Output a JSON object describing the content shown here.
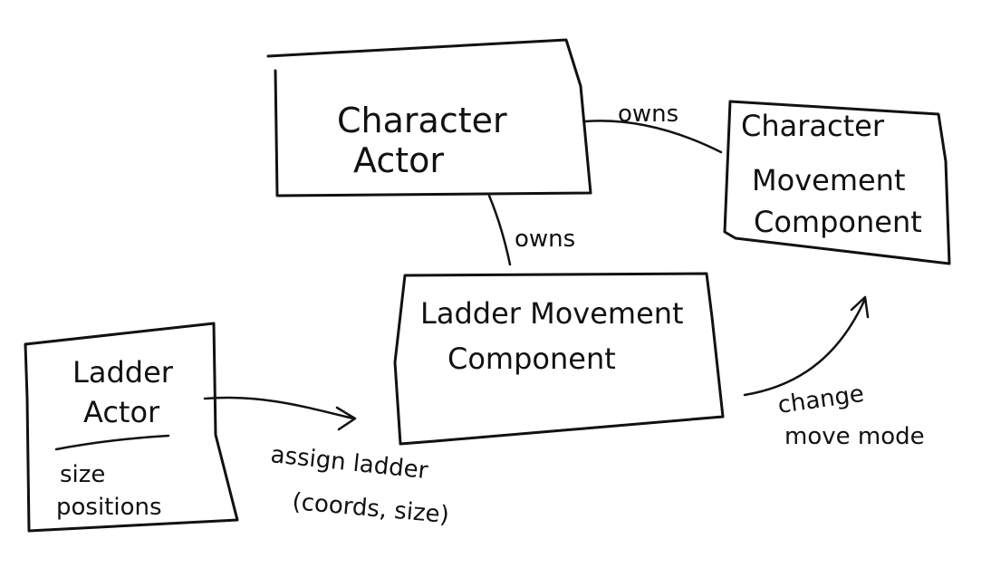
{
  "diagram": {
    "nodes": {
      "character_actor": {
        "lines": [
          "Character",
          "Actor"
        ]
      },
      "character_movement": {
        "lines": [
          "Character",
          "Movement",
          "Component"
        ]
      },
      "ladder_movement": {
        "lines": [
          "Ladder Movement",
          "Component"
        ]
      },
      "ladder_actor": {
        "title_lines": [
          "Ladder",
          "Actor"
        ],
        "fields": [
          "size",
          "positions"
        ]
      }
    },
    "edges": {
      "owns_movement": "owns",
      "owns_ladder": "owns",
      "assign_ladder": [
        "assign ladder",
        "(coords, size)"
      ],
      "change_mode": [
        "change",
        "move mode"
      ]
    }
  }
}
